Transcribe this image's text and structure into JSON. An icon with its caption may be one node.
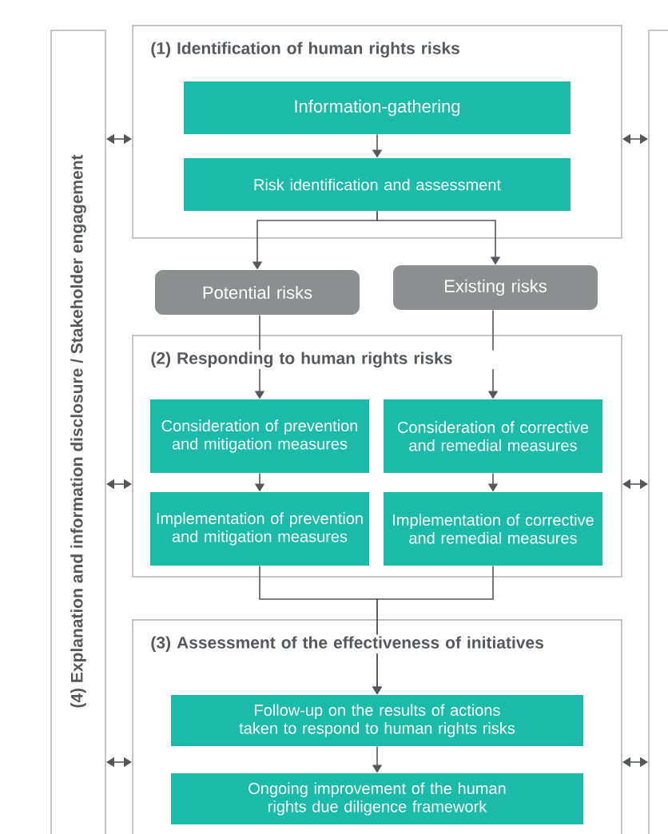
{
  "diagram": {
    "nodes": [
      {
        "text": [
          "(4) Explanation and information disclosure / Stakeholder engagement"
        ]
      },
      {
        "text": [
          "(1) Identification of human rights risks"
        ]
      },
      {
        "text": [
          "Information-gathering"
        ],
        "in": 1
      },
      {
        "text": [
          "Risk identification and assessment"
        ],
        "in": 1
      },
      {
        "text": [
          "Potential risks"
        ]
      },
      {
        "text": [
          "Existing risks"
        ]
      },
      {
        "text": [
          "(2) Responding to human rights risks"
        ]
      },
      {
        "text": [
          "Consideration of prevention and mitigation measures"
        ],
        "in": 6
      },
      {
        "text": [
          "Consideration of corrective and remedial measures"
        ],
        "in": 6
      },
      {
        "text": [
          "Implementation of prevention and mitigation measures"
        ],
        "in": 6
      },
      {
        "text": [
          "Implementation of corrective and remedial measures"
        ],
        "in": 6
      },
      {
        "text": [
          "(3) Assessment of the effectiveness of initiatives"
        ]
      },
      {
        "text": [
          "Follow-up on the results of actions taken to respond to human rights risks"
        ],
        "in": 11
      },
      {
        "text": [
          "Ongoing improvement of the human rights due diligence framework"
        ],
        "in": 11
      },
      {
        "text": [],
        "shape": "box"
      }
    ],
    "edges": [
      {
        "from": 2,
        "to": 3,
        "arrow": "to"
      },
      {
        "from": 3,
        "to": 4,
        "arrow": "to"
      },
      {
        "from": 3,
        "to": 5,
        "arrow": "to"
      },
      {
        "from": 4,
        "to": 7,
        "arrow": "to"
      },
      {
        "from": 5,
        "to": 8,
        "arrow": "to"
      },
      {
        "from": 7,
        "to": 9,
        "arrow": "to"
      },
      {
        "from": 8,
        "to": 10,
        "arrow": "to"
      },
      {
        "from": 9,
        "to": 12,
        "arrow": "to"
      },
      {
        "from": 10,
        "to": 12,
        "arrow": "to"
      },
      {
        "from": 12,
        "to": 13,
        "arrow": "to"
      },
      {
        "from": 0,
        "to": 1,
        "arrow": "both"
      },
      {
        "from": 1,
        "to": 14,
        "arrow": "both"
      },
      {
        "from": 0,
        "to": 6,
        "arrow": "both"
      },
      {
        "from": 6,
        "to": 14,
        "arrow": "both"
      },
      {
        "from": 0,
        "to": 11,
        "arrow": "both"
      },
      {
        "from": 11,
        "to": 14,
        "arrow": "both"
      }
    ]
  }
}
